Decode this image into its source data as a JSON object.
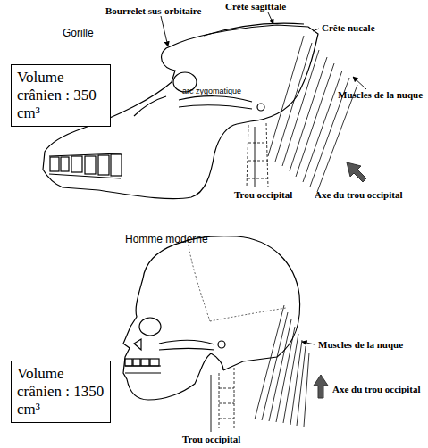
{
  "diagram": {
    "nodes": [
      {
        "text": [
          "Volume crânien : 350 cm³"
        ]
      },
      {
        "text": [
          "Volume crânien : 1350 cm³"
        ]
      }
    ],
    "labels": [
      "Bourrelet sus-orbitaire",
      "Crête sagittale",
      "Crête nucale",
      "Gorille",
      "arc zygomatique",
      "Muscles de la nuque",
      "Trou occipital",
      "Axe du trou occipital",
      "Homme moderne",
      "Muscles de la nuque",
      "Axe du trou occipital",
      "Trou occipital"
    ]
  }
}
